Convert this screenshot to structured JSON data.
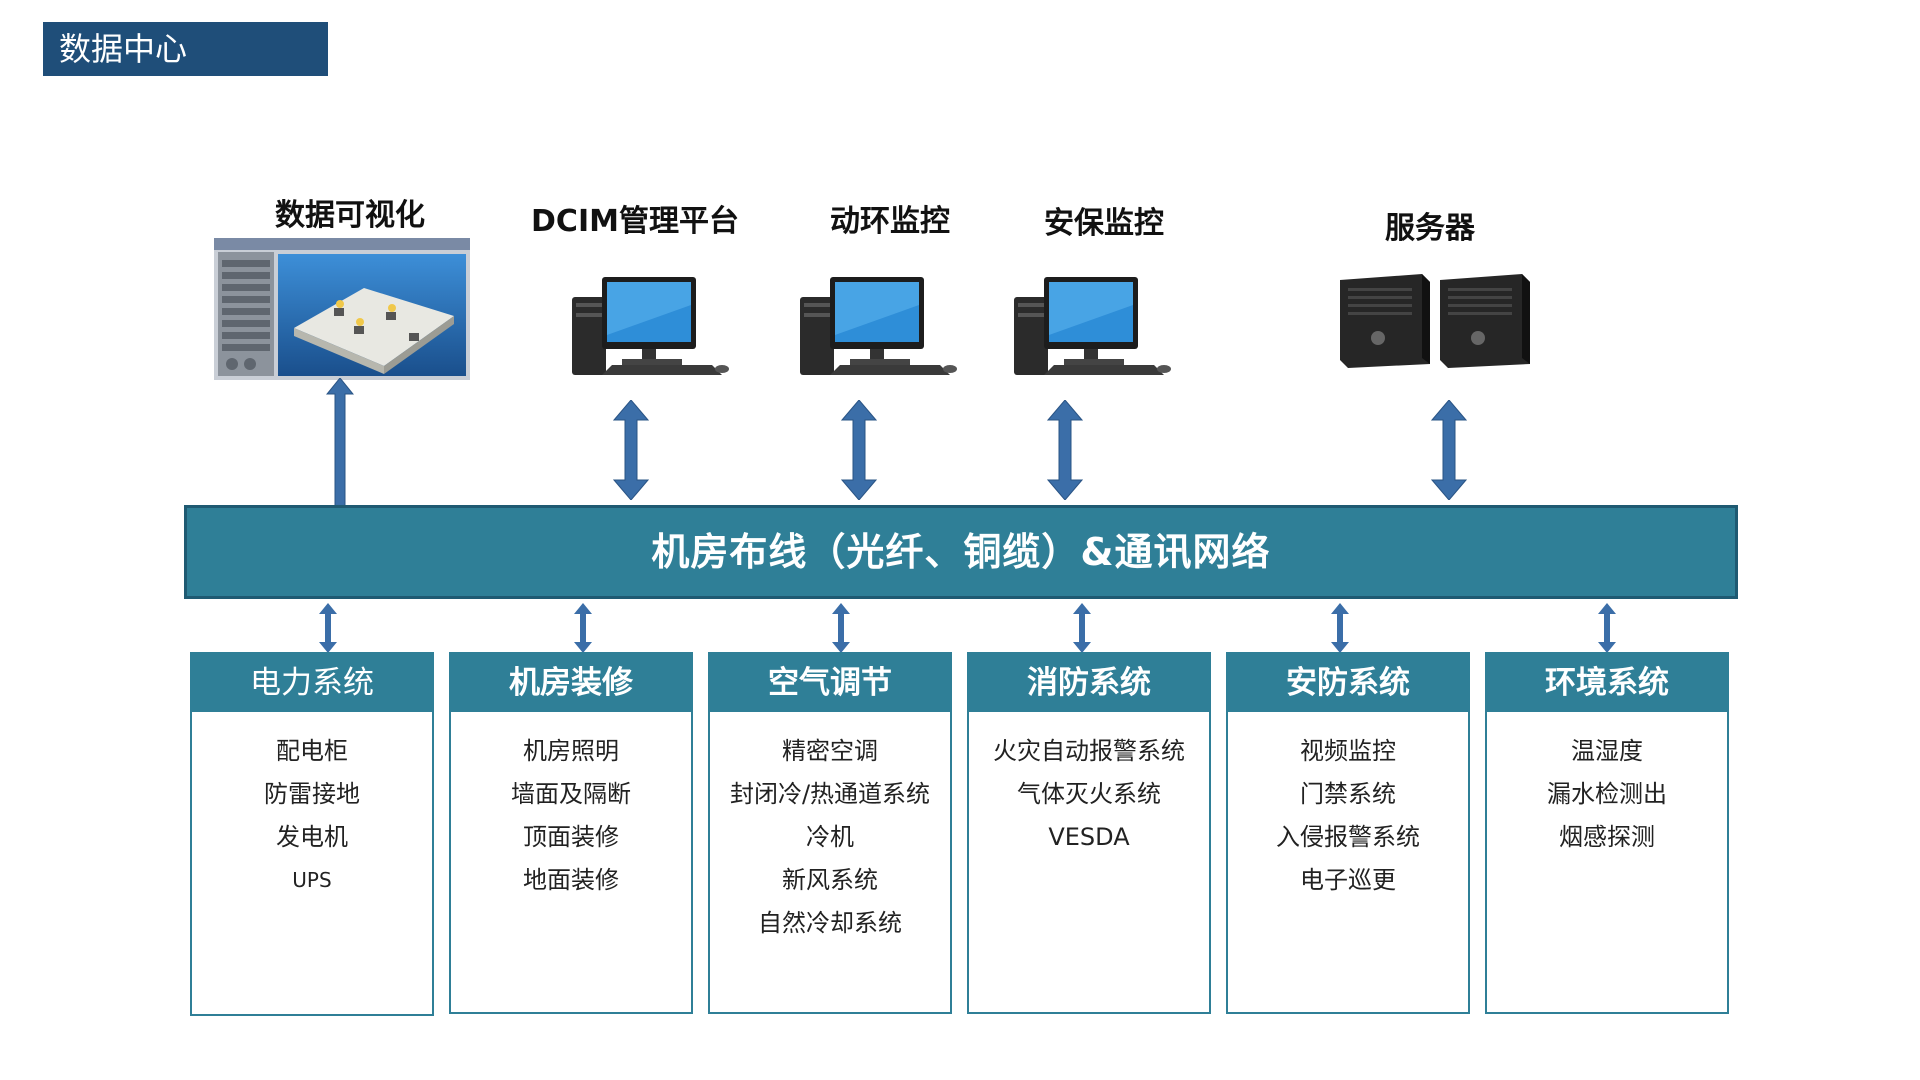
{
  "header": {
    "title": "数据中心"
  },
  "top_items": [
    {
      "label": "数据可视化",
      "icon": "data-visualization-screenshot"
    },
    {
      "label": "DCIM管理平台",
      "icon": "desktop-computer"
    },
    {
      "label": "动环监控",
      "icon": "desktop-computer"
    },
    {
      "label": "安保监控",
      "icon": "desktop-computer"
    },
    {
      "label": "服务器",
      "icon": "tower-servers"
    }
  ],
  "bus": {
    "label": "机房布线（光纤、铜缆）&通讯网络"
  },
  "systems": [
    {
      "title": "电力系统",
      "items": [
        "配电柜",
        "防雷接地",
        "发电机",
        "UPS"
      ]
    },
    {
      "title": "机房装修",
      "items": [
        "机房照明",
        "墙面及隔断",
        "顶面装修",
        "地面装修"
      ]
    },
    {
      "title": "空气调节",
      "items": [
        "精密空调",
        "封闭冷/热通道系统",
        "冷机",
        "新风系统",
        "自然冷却系统"
      ]
    },
    {
      "title": "消防系统",
      "items": [
        "火灾自动报警系统",
        "气体灭火系统",
        "VESDA"
      ]
    },
    {
      "title": "安防系统",
      "items": [
        "视频监控",
        "门禁系统",
        "入侵报警系统",
        "电子巡更"
      ]
    },
    {
      "title": "环境系统",
      "items": [
        "温湿度",
        "漏水检测出",
        "烟感探测"
      ]
    }
  ],
  "colors": {
    "header_bg": "#1f4e79",
    "bus_bg": "#2f7f97",
    "arrow": "#3b6ea8"
  }
}
